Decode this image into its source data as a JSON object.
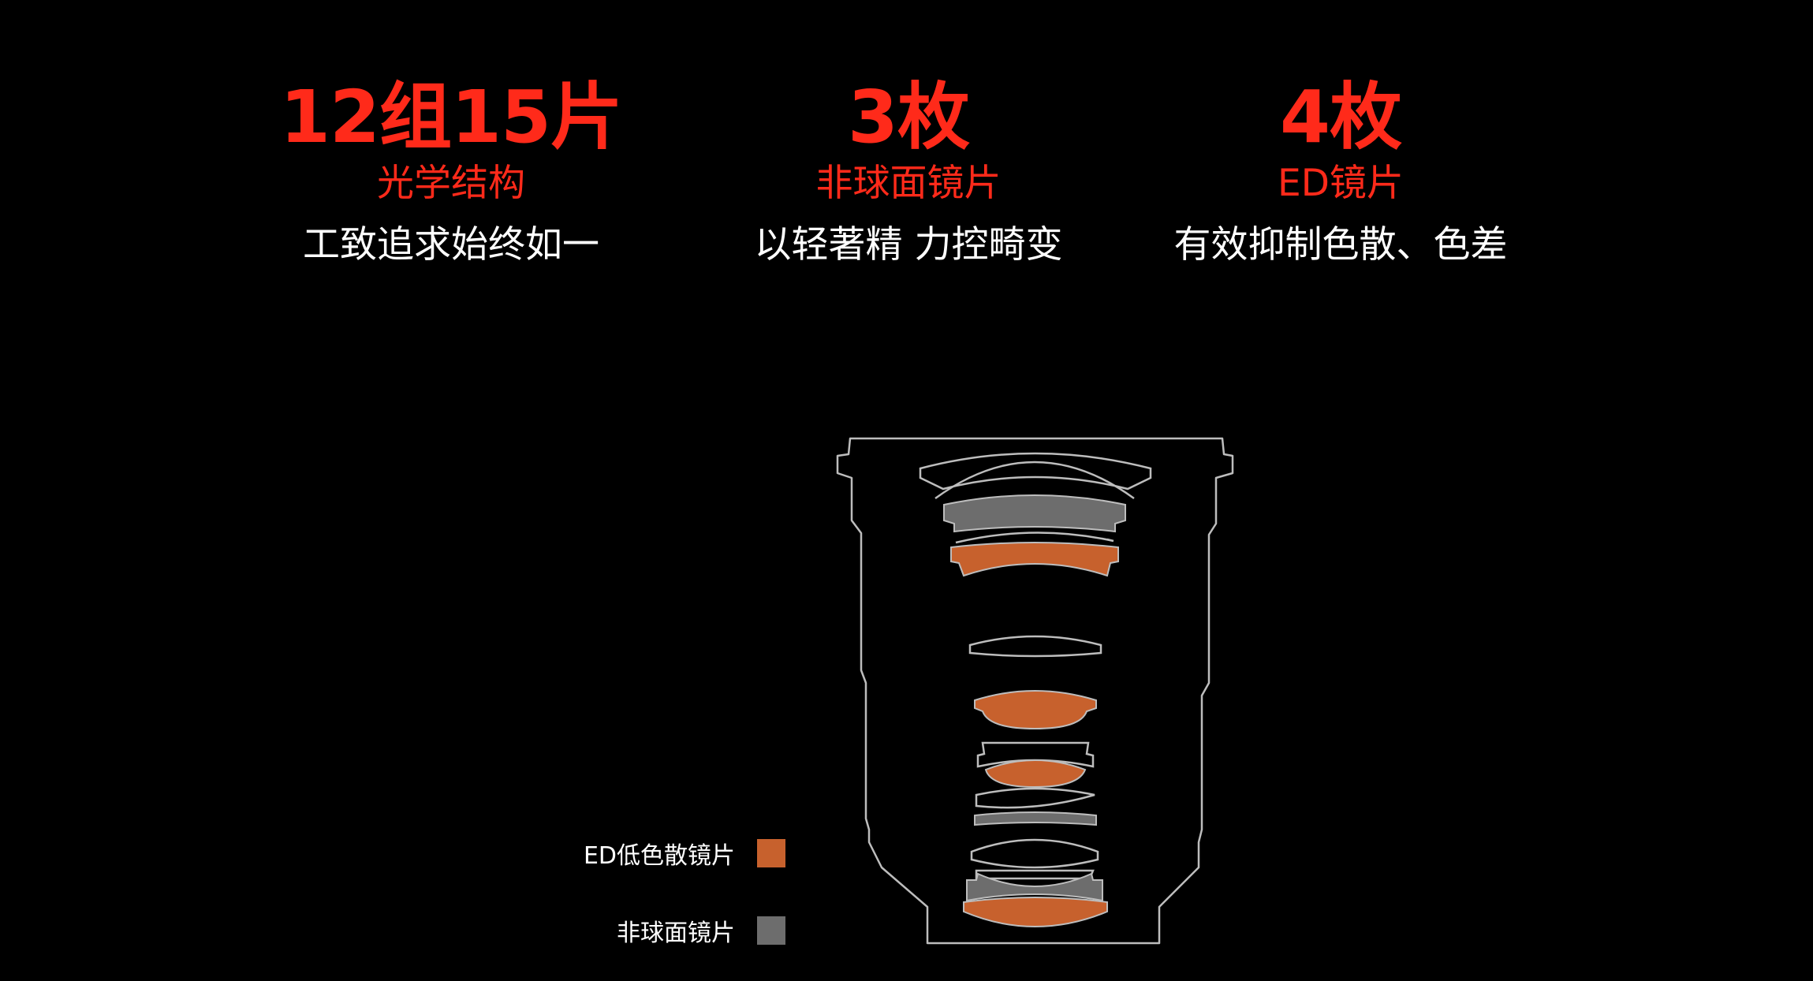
{
  "stats": [
    {
      "value": "12组15片",
      "label": "光学结构",
      "description": "工致追求始终如一"
    },
    {
      "value": "3枚",
      "label": "非球面镜片",
      "description": "以轻著精 力控畸变"
    },
    {
      "value": "4枚",
      "label": "ED镜片",
      "description": "有效抑制色散、色差"
    }
  ],
  "legend": {
    "ed": {
      "label": "ED低色散镜片",
      "color": "#c7612d"
    },
    "aspherical": {
      "label": "非球面镜片",
      "color": "#6d6d6d"
    }
  },
  "colors": {
    "accent": "#ff2a1a",
    "outline": "#bdbdbd",
    "background": "#000000"
  }
}
